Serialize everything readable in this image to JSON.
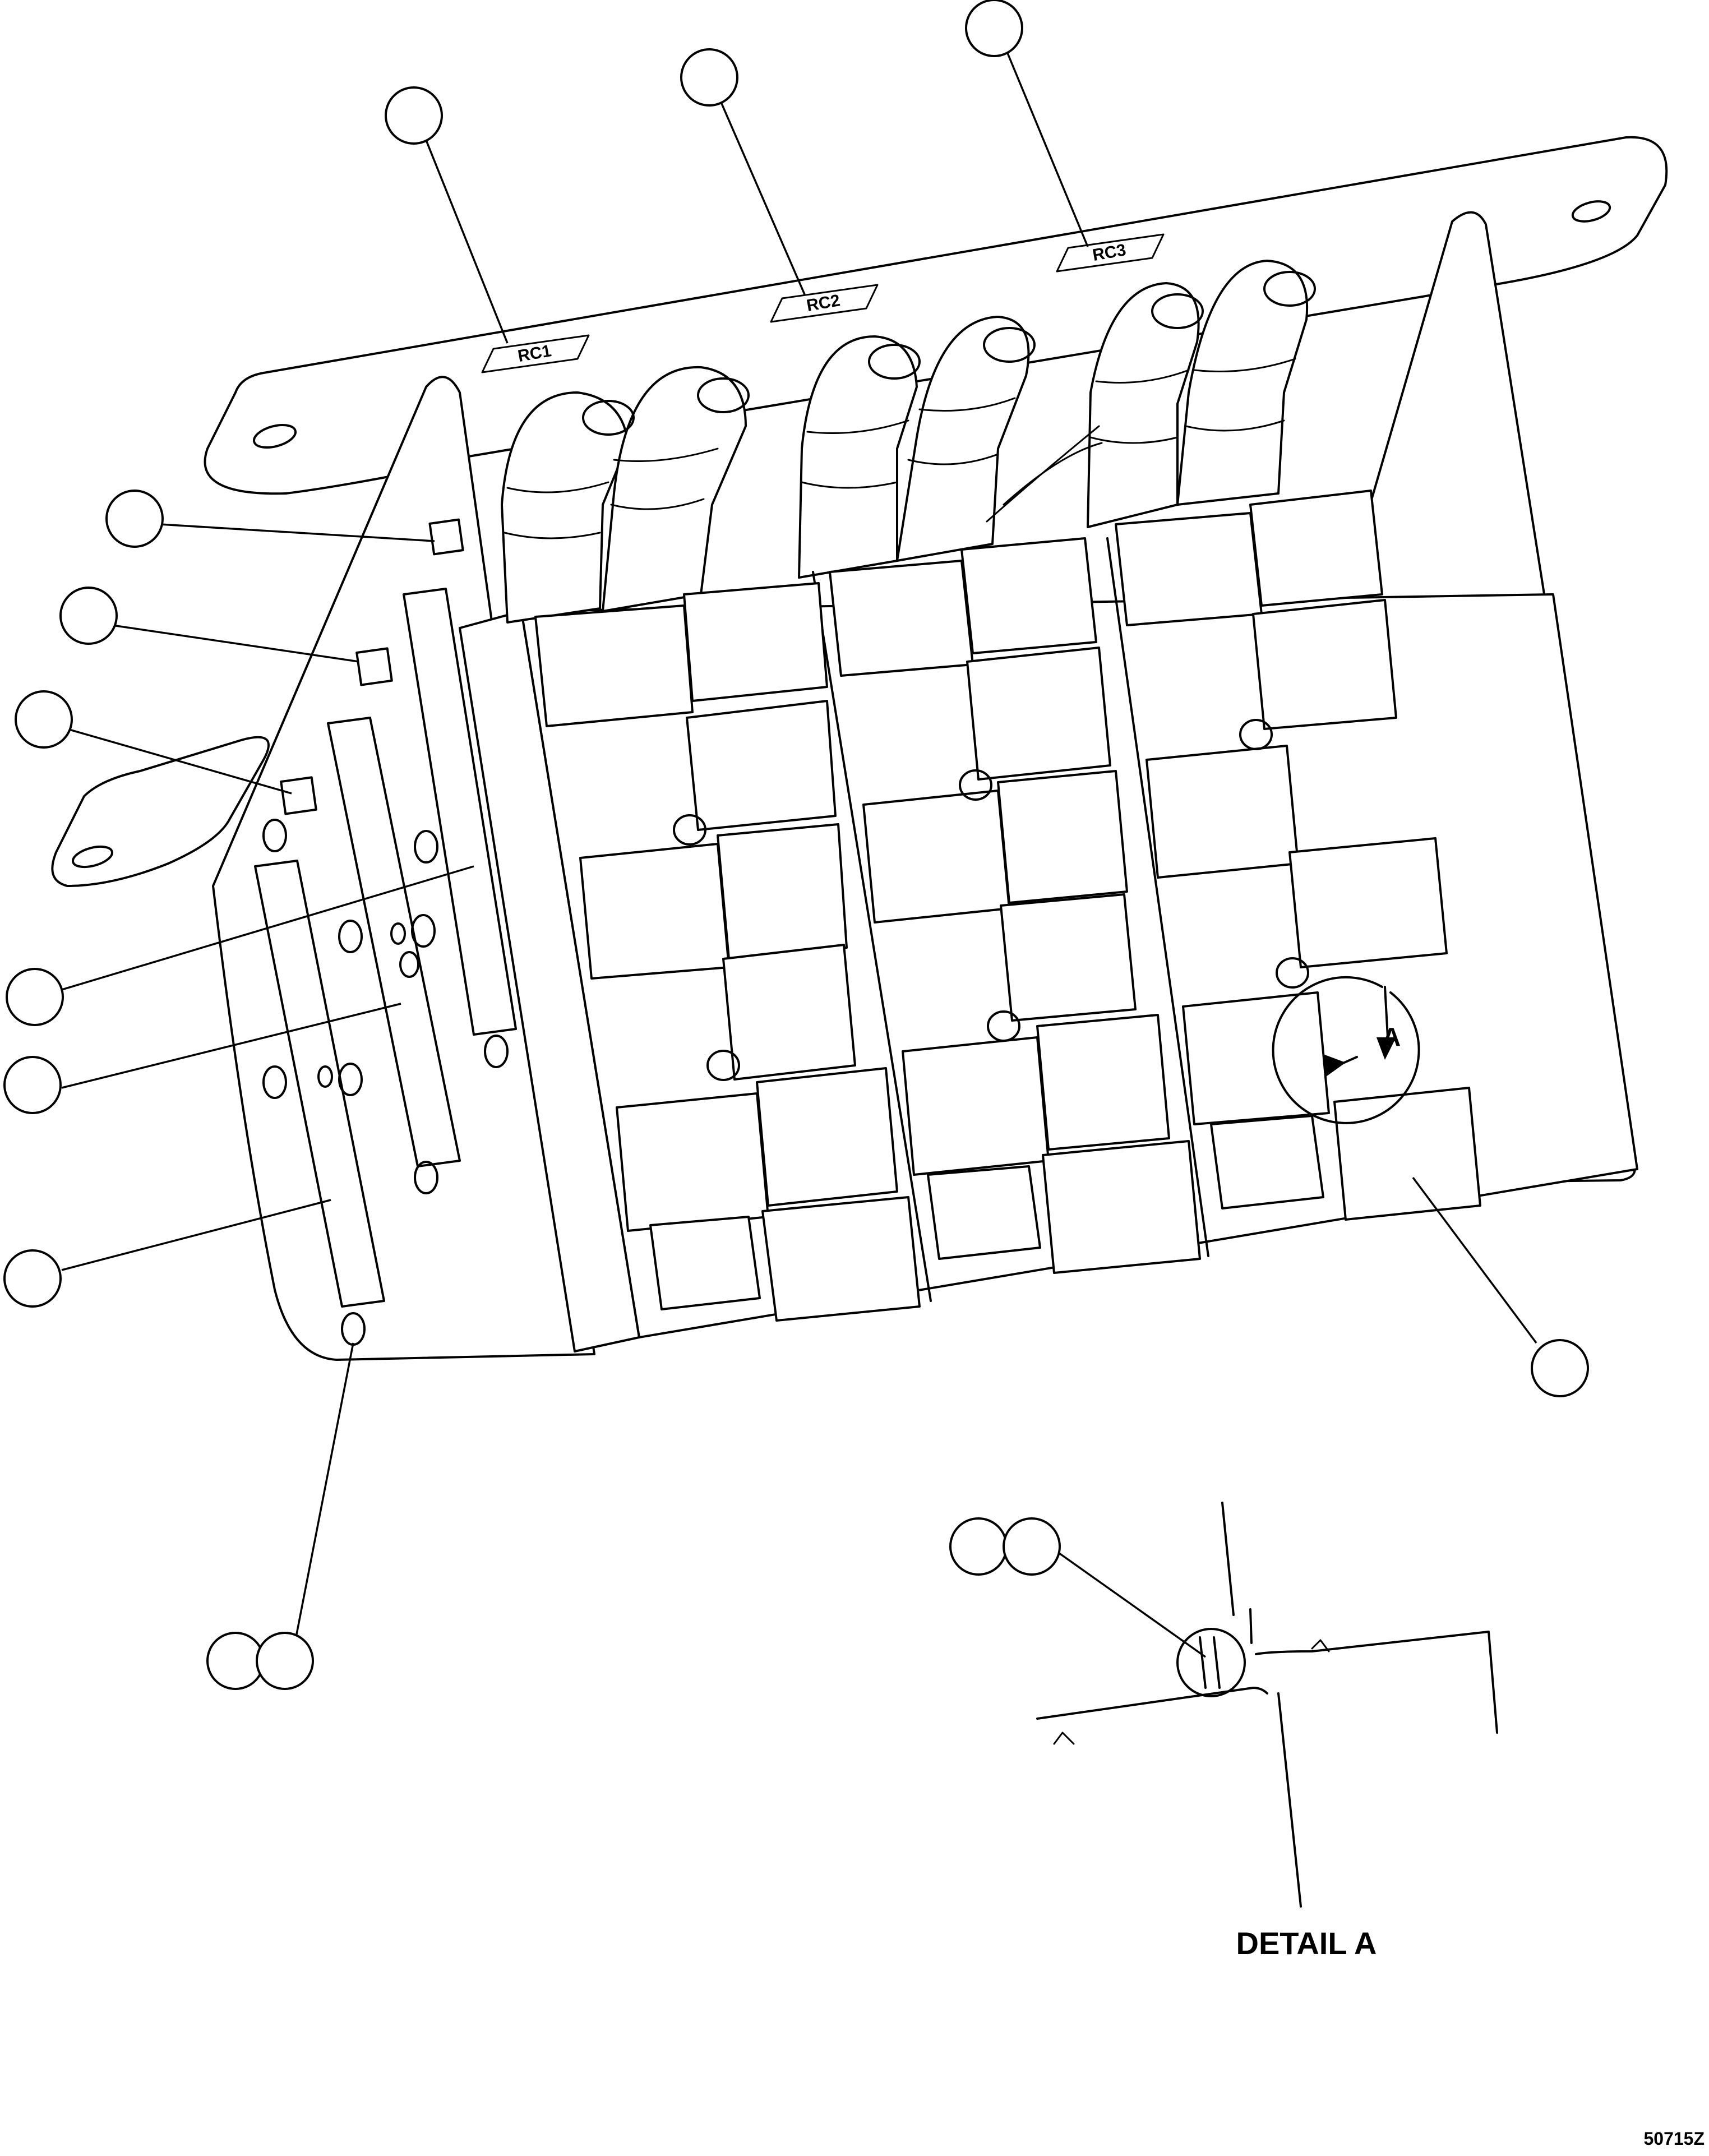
{
  "labels": {
    "relay_card_1": "RC1",
    "relay_card_2": "RC2",
    "relay_card_3": "RC3",
    "view_letter": "A",
    "detail_title": "DETAIL A",
    "drawing_number": "50715Z"
  }
}
